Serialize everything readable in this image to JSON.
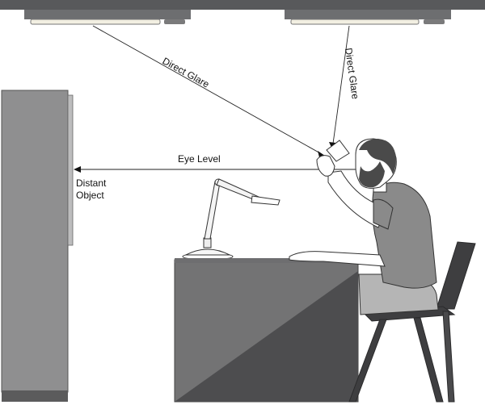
{
  "labels": {
    "direct_glare_left": "Direct Glare",
    "direct_glare_right": "Direct Glare",
    "eye_level": "Eye Level",
    "distant_object_line1": "Distant",
    "distant_object_line2": "Object"
  },
  "colors": {
    "ceiling": "#58595b",
    "fixture_housing": "#6d6e70",
    "fixture_lens": "#f2efe2",
    "cabinet_light": "#8f8f90",
    "cabinet_dark": "#5b5b5c",
    "desk_top": "#6e6e70",
    "desk_front_light": "#737374",
    "desk_front_dark": "#4d4d4f",
    "shirt": "#8a8a8a",
    "pants": "#b5b5b5",
    "skin": "#ffffff",
    "hair": "#4a4a4a",
    "chair": "#3e3e40",
    "line": "#111111"
  },
  "icons": [
    "ceiling-light-icon",
    "desk-lamp-icon",
    "arrowhead-icon"
  ]
}
